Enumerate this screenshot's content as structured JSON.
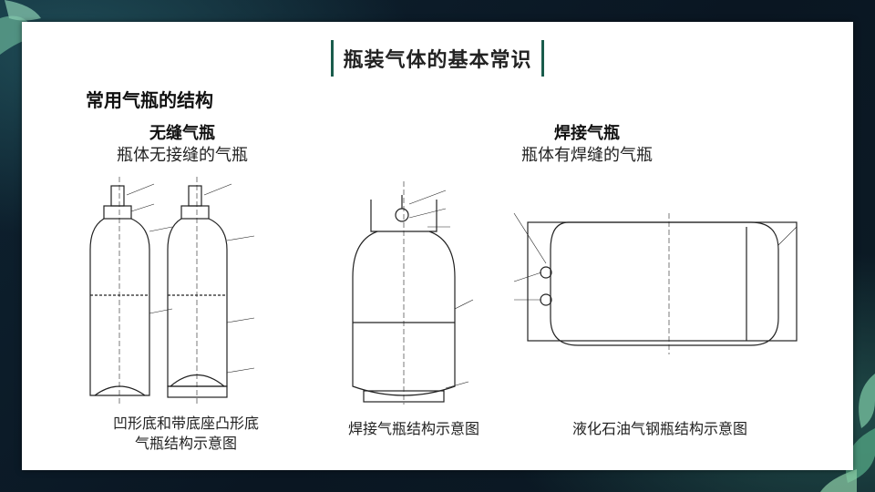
{
  "slide": {
    "title": "瓶装气体的基本常识",
    "section_heading": "常用气瓶的结构"
  },
  "seamless": {
    "title": "无缝气瓶",
    "description": "瓶体无接缝的气瓶",
    "caption_line1": "凹形底和带底座凸形底",
    "caption_line2": "气瓶结构示意图"
  },
  "welded": {
    "title": "焊接气瓶",
    "description": "瓶体有焊缝的气瓶",
    "caption": "焊接气瓶结构示意图"
  },
  "lpg": {
    "caption": "液化石油气钢瓶结构示意图"
  },
  "colors": {
    "title_bar": "#1a5c4c",
    "background": "#0b1a2a",
    "slide": "#ffffff"
  }
}
